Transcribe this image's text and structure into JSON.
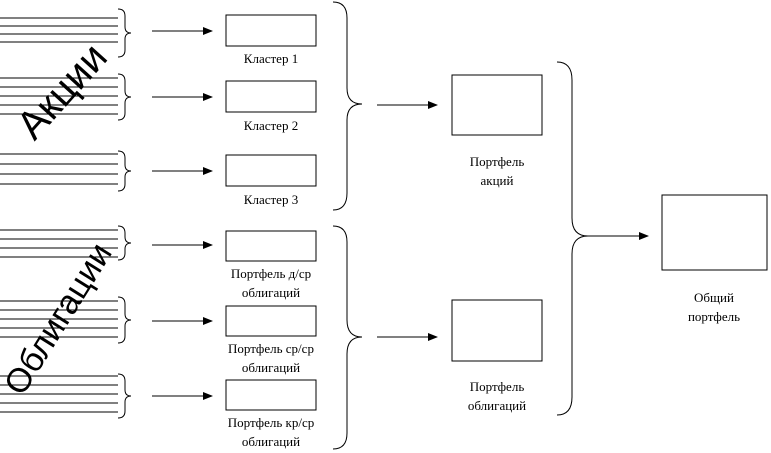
{
  "groups": {
    "stocks_label": "Акции",
    "bonds_label": "Облигации"
  },
  "clusters": {
    "c1": "Кластер 1",
    "c2": "Кластер 2",
    "c3": "Кластер 3",
    "b1_line1": "Портфель д/ср",
    "b1_line2": "облигаций",
    "b2_line1": "Портфель ср/ср",
    "b2_line2": "облигаций",
    "b3_line1": "Портфель кр/ср",
    "b3_line2": "облигаций"
  },
  "portfolios": {
    "stocks_line1": "Портфель",
    "stocks_line2": "акций",
    "bonds_line1": "Портфель",
    "bonds_line2": "облигаций"
  },
  "total": {
    "line1": "Общий",
    "line2": "портфель"
  }
}
